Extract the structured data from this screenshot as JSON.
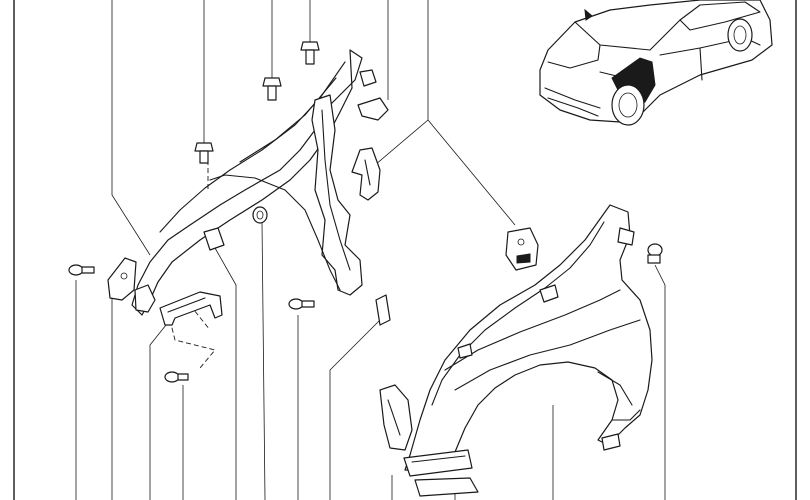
{
  "diagram": {
    "style": "exploded parts illustration, black line art on white",
    "colors": {
      "line": "#1a1a1a",
      "background": "#ffffff",
      "highlight": "#1a1a1a"
    },
    "components": [
      {
        "name": "front-fender"
      },
      {
        "name": "fender-inner-bracket-rail"
      },
      {
        "name": "fender-mounting-bracket"
      },
      {
        "name": "mud-flap-seal"
      },
      {
        "name": "fender-clip"
      },
      {
        "name": "fender-bolt"
      },
      {
        "name": "fender-nut"
      },
      {
        "name": "vehicle-locator-view"
      }
    ]
  }
}
